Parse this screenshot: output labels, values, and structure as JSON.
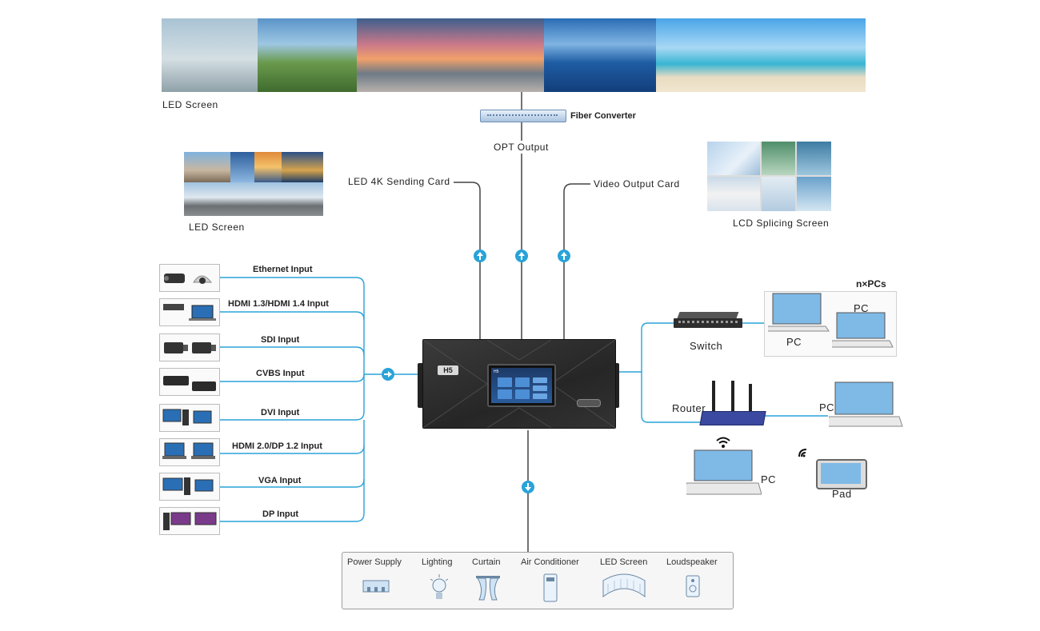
{
  "top": {
    "led_screen_label": "LED  Screen",
    "fiber_converter_label": "Fiber Converter",
    "opt_output_label": "OPT Output"
  },
  "left_top": {
    "led_screen_label": "LED  Screen",
    "sending_card_label": "LED  4K Sending Card"
  },
  "right_top": {
    "video_output_label": "Video Output Card",
    "lcd_label": "LCD Splicing Screen"
  },
  "inputs": [
    "Ethernet Input",
    "HDMI 1.3/HDMI 1.4  Input",
    "SDI Input",
    "CVBS Input",
    "DVI Input",
    "HDMI 2.0/DP 1.2 Input",
    "VGA Input",
    "DP Input"
  ],
  "device": {
    "brand": "H5",
    "panel_brand": "H5"
  },
  "network": {
    "npcs_label": "n×PCs",
    "pc_label_1": "PC",
    "pc_label_2": "PC",
    "switch_label": "Switch",
    "router_label": "Router",
    "pc_label_3": "PC",
    "pc_label_4": "PC",
    "pad_label": "Pad"
  },
  "controls": [
    "Power Supply",
    "Lighting",
    "Curtain",
    "Air Conditioner",
    "LED Screen",
    "Loudspeaker"
  ],
  "colors": {
    "line": "#29a3d8",
    "wire": "#444444",
    "device": "#2e2e2e",
    "router": "#3b4aa0"
  }
}
